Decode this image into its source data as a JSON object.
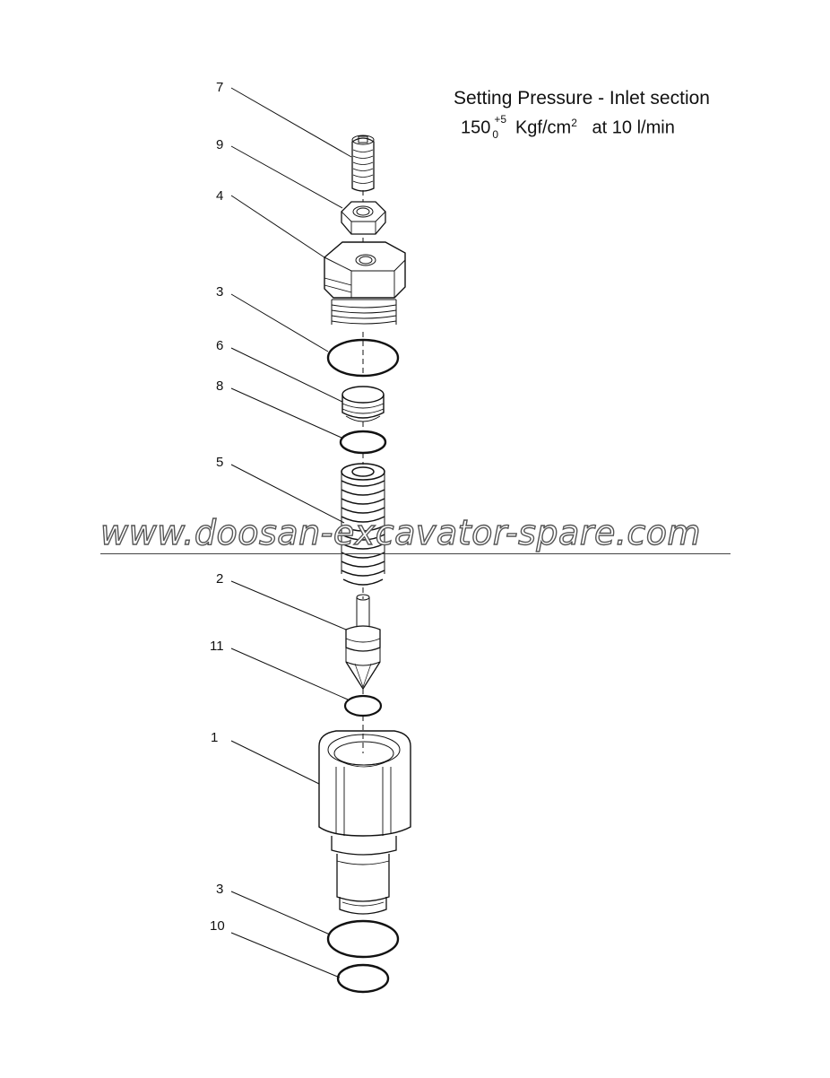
{
  "title": {
    "line1": "Setting Pressure - Inlet section",
    "value": "150",
    "tolerance_upper": "+5",
    "tolerance_lower": "0",
    "unit": "Kgf/cm",
    "unit_exponent": "2",
    "flow": "at  10 l/min"
  },
  "callouts": [
    "7",
    "9",
    "4",
    "3",
    "6",
    "8",
    "5",
    "2",
    "11",
    "1",
    "3",
    "10"
  ],
  "watermark": "www.doosan-excavator-spare.com"
}
